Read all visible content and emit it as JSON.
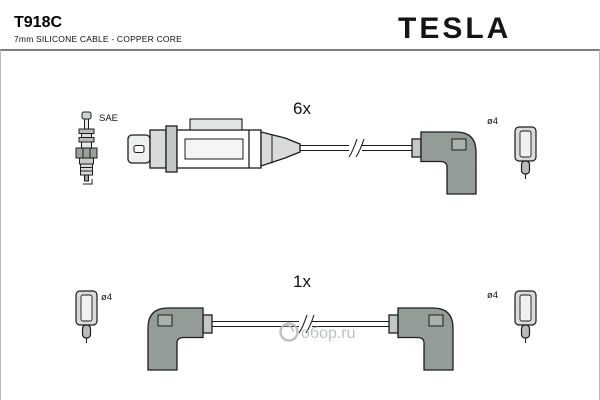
{
  "header": {
    "part_number": "T918C",
    "subtitle": "7mm SILICONE CABLE - COPPER CORE",
    "brand": "TESLA"
  },
  "rows": {
    "six": {
      "qty": "6x",
      "plug_label": "SAE",
      "terminal_diameter": "ø4"
    },
    "one": {
      "qty": "1x",
      "terminal_diameter_left": "ø4",
      "terminal_diameter_right": "ø4"
    }
  },
  "watermark": {
    "text": "обор.ru"
  },
  "colors": {
    "ink": "#1c1c1c",
    "boot_gray": "#949c97",
    "light_gray": "#d8dbd9",
    "watermark_gray": "#b6bab9"
  }
}
